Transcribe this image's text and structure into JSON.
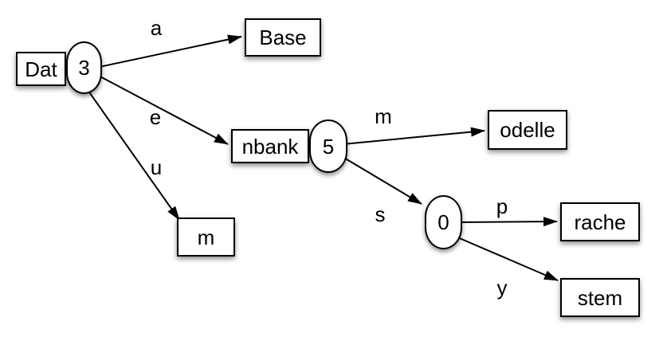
{
  "diagram_type": "trie",
  "colors": {
    "stroke": "#000000",
    "node_fill": "#ffffff",
    "text": "#000000",
    "background": "#ffffff"
  },
  "nodes": {
    "dat": {
      "label": "Dat",
      "count": "3"
    },
    "base": {
      "label": "Base"
    },
    "nbank": {
      "label": "nbank",
      "count": "5"
    },
    "m": {
      "label": "m"
    },
    "odelle": {
      "label": "odelle"
    },
    "zero": {
      "count": "0"
    },
    "rache": {
      "label": "rache"
    },
    "stem": {
      "label": "stem"
    }
  },
  "edges": {
    "a": {
      "label": "a",
      "from": "dat",
      "to": "base"
    },
    "e": {
      "label": "e",
      "from": "dat",
      "to": "nbank"
    },
    "u": {
      "label": "u",
      "from": "dat",
      "to": "m"
    },
    "m": {
      "label": "m",
      "from": "nbank",
      "to": "odelle"
    },
    "s": {
      "label": "s",
      "from": "nbank",
      "to": "zero"
    },
    "p": {
      "label": "p",
      "from": "zero",
      "to": "rache"
    },
    "y": {
      "label": "y",
      "from": "zero",
      "to": "stem"
    }
  }
}
